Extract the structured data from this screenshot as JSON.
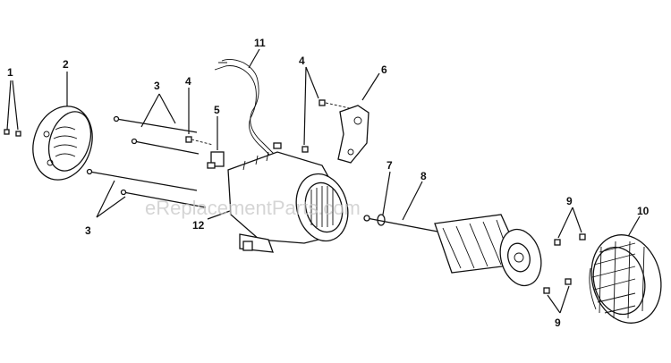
{
  "watermark": "eReplacementParts.com",
  "callouts": {
    "c1": "1",
    "c2": "2",
    "c3a": "3",
    "c3b": "3",
    "c4a": "4",
    "c4b": "4",
    "c5": "5",
    "c6": "6",
    "c7": "7",
    "c8": "8",
    "c9a": "9",
    "c9b": "9",
    "c10": "10",
    "c11": "11",
    "c12": "12"
  }
}
